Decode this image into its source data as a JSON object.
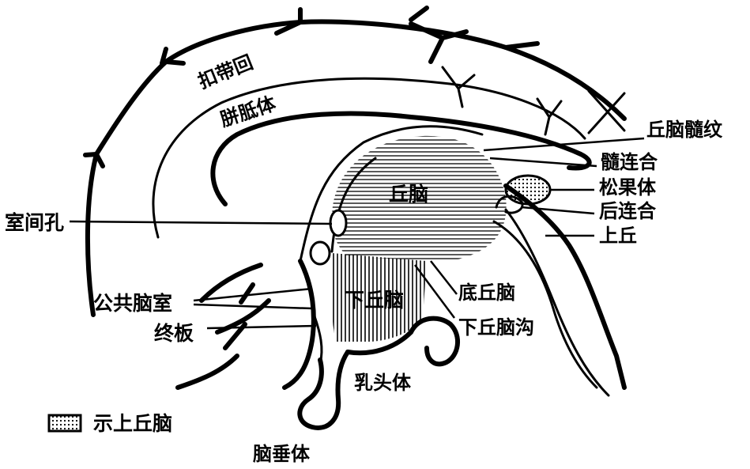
{
  "labels": {
    "cingulate_gyrus": "扣带回",
    "corpus_callosum": "胼胝体",
    "interventricular_foramen": "室间孔",
    "thalamus": "丘脑",
    "stria_medullaris": "丘脑髓纹",
    "habenular_commissure": "髓连合",
    "pineal_body": "松果体",
    "posterior_commissure": "后连合",
    "superior_colliculus": "上丘",
    "hypothalamus": "下丘脑",
    "subthalamus": "底丘脑",
    "hypothalamic_sulcus": "下丘脑沟",
    "third_ventricle": "公共脑室",
    "lamina_terminalis": "终板",
    "mammillary_body": "乳头体",
    "hypophysis": "脑垂体"
  },
  "legend": {
    "label": "示上丘脑",
    "swatch_pattern": "dotted"
  }
}
